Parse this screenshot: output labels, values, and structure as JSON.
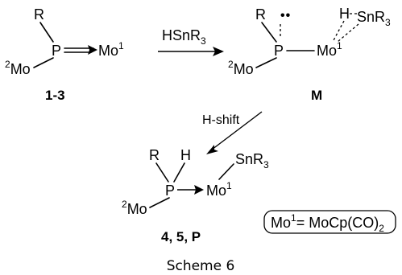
{
  "reactant": {
    "R": "R",
    "P": "P",
    "Mo": "Mo",
    "Mo_sup": "1",
    "Mo2_sup": "2",
    "Mo2": "Mo",
    "label": "1-3"
  },
  "reagent": {
    "text": "HSnR",
    "sub": "3"
  },
  "intermediate": {
    "R": "R",
    "P": "P",
    "lone_pair": "••",
    "H": "H",
    "Sn": "SnR",
    "Sn_sub": "3",
    "Mo": "Mo",
    "Mo_sup": "1",
    "Mo2_sup": "2",
    "Mo2": "Mo",
    "label": "M"
  },
  "shift": {
    "text": "H-shift"
  },
  "product": {
    "R": "R",
    "H": "H",
    "P": "P",
    "Sn": "SnR",
    "Sn_sub": "3",
    "Mo": "Mo",
    "Mo_sup": "1",
    "Mo2_sup": "2",
    "Mo2": "Mo",
    "label": "4, 5, P"
  },
  "legend": {
    "lhs": "Mo",
    "lhs_sup": "1",
    "rhs": "= MoCp(CO)",
    "rhs_sub": "2"
  },
  "caption": "Scheme 6"
}
